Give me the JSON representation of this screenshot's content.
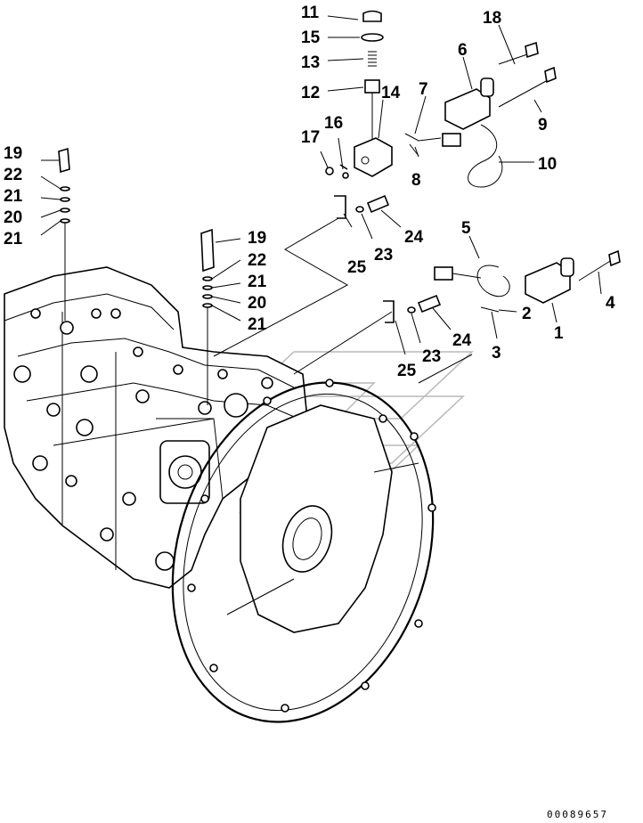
{
  "document_number": "00089657",
  "callouts": [
    "1",
    "2",
    "3",
    "4",
    "5",
    "6",
    "7",
    "8",
    "9",
    "10",
    "11",
    "12",
    "13",
    "14",
    "15",
    "16",
    "17",
    "18",
    "19",
    "20",
    "21",
    "22",
    "23",
    "24",
    "25"
  ],
  "colors": {
    "ink": "#000000",
    "paper": "#ffffff",
    "watermark": "#b9b9b9"
  }
}
